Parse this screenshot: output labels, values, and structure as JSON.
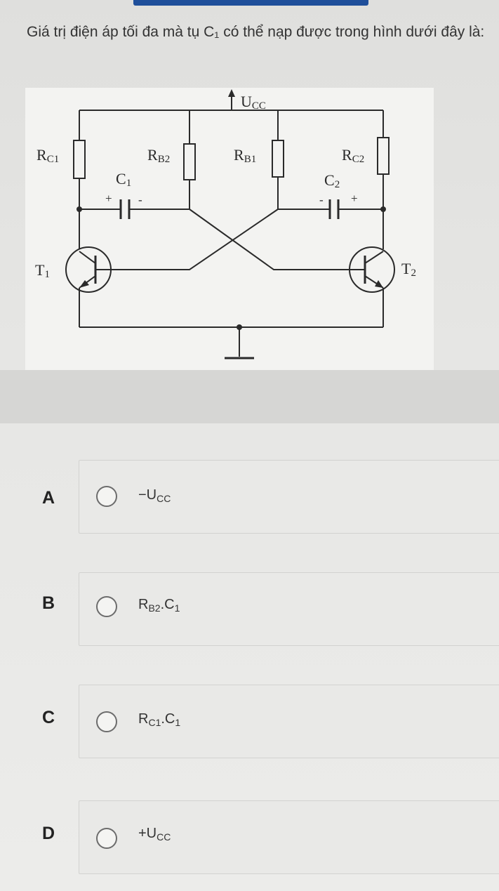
{
  "question": {
    "text": "Giá trị điện áp tối đa mà tụ C₁ có thể nạp được trong hình dưới đây là:"
  },
  "diagram": {
    "ucc": "U",
    "ucc_sub": "CC",
    "rc1": "R",
    "rc1_sub": "C1",
    "rb2": "R",
    "rb2_sub": "B2",
    "rb1": "R",
    "rb1_sub": "B1",
    "rc2": "R",
    "rc2_sub": "C2",
    "c1": "C",
    "c1_sub": "1",
    "c2": "C",
    "c2_sub": "2",
    "t1": "T",
    "t1_sub": "1",
    "t2": "T",
    "t2_sub": "2",
    "plus": "+",
    "minus": "-"
  },
  "options": [
    {
      "letter": "A",
      "main": "−U",
      "sub": "CC",
      "main2": "",
      "sub2": ""
    },
    {
      "letter": "B",
      "main": "R",
      "sub": "B2",
      "main2": ".C",
      "sub2": "1"
    },
    {
      "letter": "C",
      "main": "R",
      "sub": "C1",
      "main2": ".C",
      "sub2": "1"
    },
    {
      "letter": "D",
      "main": "+U",
      "sub": "CC",
      "main2": "",
      "sub2": ""
    }
  ]
}
